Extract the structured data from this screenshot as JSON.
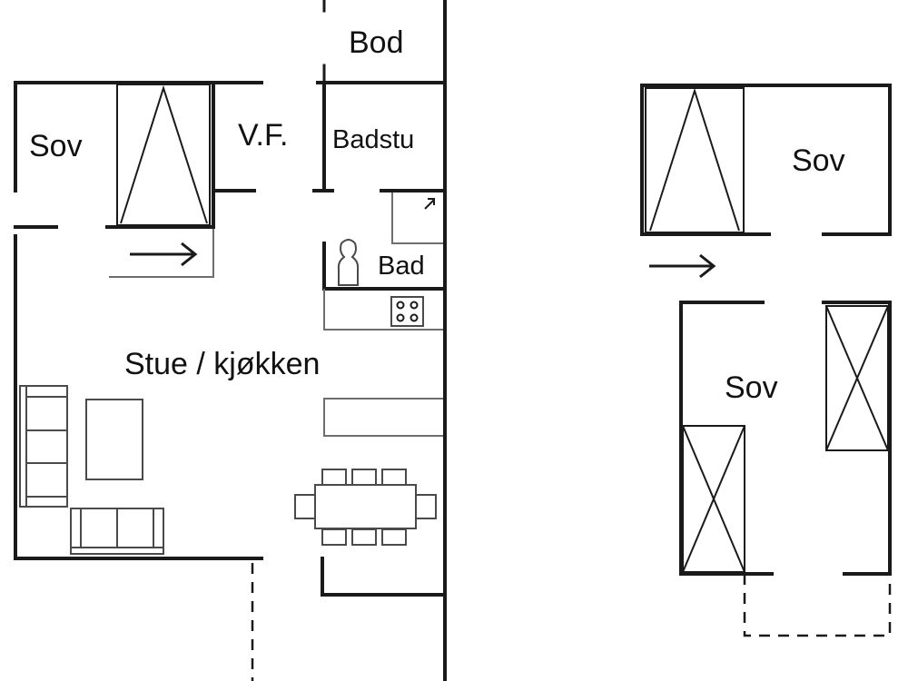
{
  "rooms": {
    "bod": "Bod",
    "sov_left": "Sov",
    "vf": "V.F.",
    "badstu": "Badstu",
    "bad": "Bad",
    "stue_kjokken": "Stue / kjøkken",
    "sov_right_top": "Sov",
    "sov_right_bottom": "Sov"
  },
  "colors": {
    "walls": "#1a1a1a",
    "furniture": "#4a4a4a",
    "background": "#ffffff"
  }
}
